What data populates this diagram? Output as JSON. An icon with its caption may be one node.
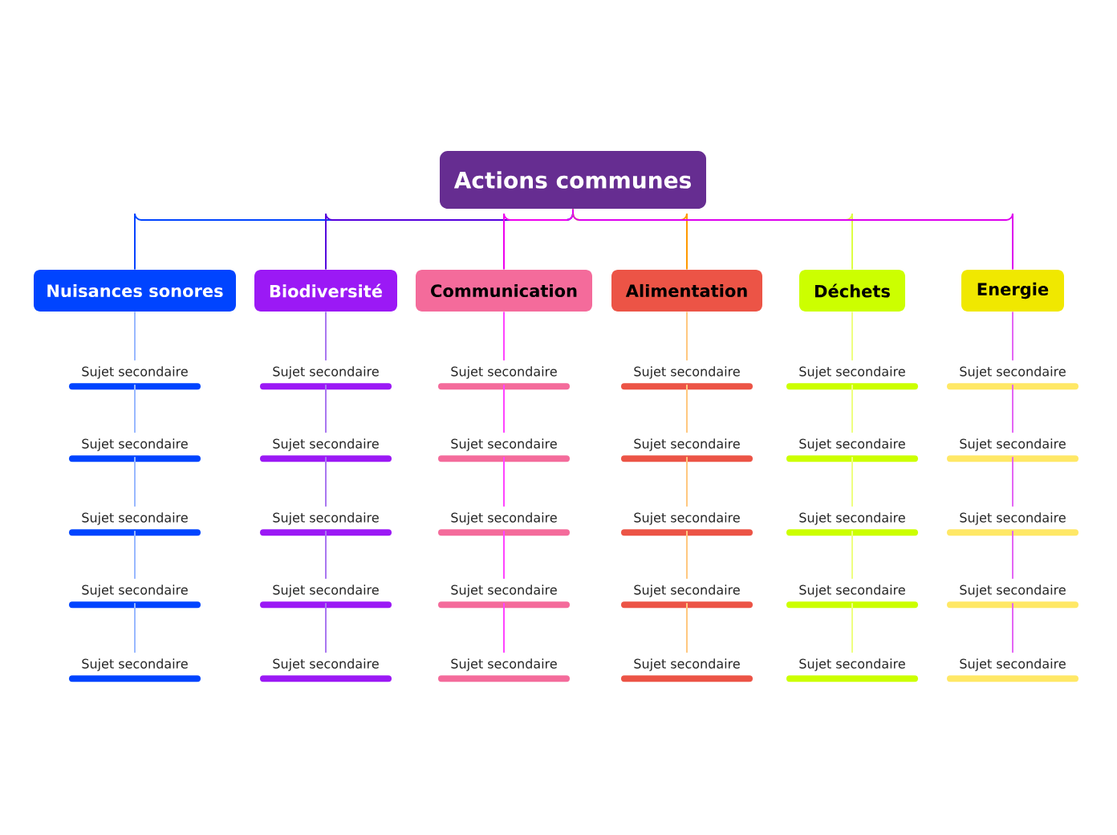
{
  "diagram": {
    "nodes": [
      {
        "text": [
          "Actions communes"
        ]
      },
      {
        "text": [
          "Nuisances sonores"
        ]
      },
      {
        "text": [
          "Biodiversité"
        ]
      },
      {
        "text": [
          "Communication"
        ]
      },
      {
        "text": [
          "Alimentation"
        ]
      },
      {
        "text": [
          "Déchets"
        ]
      },
      {
        "text": [
          "Energie"
        ]
      },
      {
        "text": [
          "Sujet secondaire"
        ]
      },
      {
        "text": [
          "Sujet secondaire"
        ]
      },
      {
        "text": [
          "Sujet secondaire"
        ]
      },
      {
        "text": [
          "Sujet secondaire"
        ]
      },
      {
        "text": [
          "Sujet secondaire"
        ]
      },
      {
        "text": [
          "Sujet secondaire"
        ]
      },
      {
        "text": [
          "Sujet secondaire"
        ]
      },
      {
        "text": [
          "Sujet secondaire"
        ]
      },
      {
        "text": [
          "Sujet secondaire"
        ]
      },
      {
        "text": [
          "Sujet secondaire"
        ]
      },
      {
        "text": [
          "Sujet secondaire"
        ]
      },
      {
        "text": [
          "Sujet secondaire"
        ]
      },
      {
        "text": [
          "Sujet secondaire"
        ]
      },
      {
        "text": [
          "Sujet secondaire"
        ]
      },
      {
        "text": [
          "Sujet secondaire"
        ]
      },
      {
        "text": [
          "Sujet secondaire"
        ]
      },
      {
        "text": [
          "Sujet secondaire"
        ]
      },
      {
        "text": [
          "Sujet secondaire"
        ]
      },
      {
        "text": [
          "Sujet secondaire"
        ]
      },
      {
        "text": [
          "Sujet secondaire"
        ]
      },
      {
        "text": [
          "Sujet secondaire"
        ]
      },
      {
        "text": [
          "Sujet secondaire"
        ]
      },
      {
        "text": [
          "Sujet secondaire"
        ]
      },
      {
        "text": [
          "Sujet secondaire"
        ]
      },
      {
        "text": [
          "Sujet secondaire"
        ]
      },
      {
        "text": [
          "Sujet secondaire"
        ]
      },
      {
        "text": [
          "Sujet secondaire"
        ]
      },
      {
        "text": [
          "Sujet secondaire"
        ]
      },
      {
        "text": [
          "Sujet secondaire"
        ]
      },
      {
        "text": [
          "Sujet secondaire"
        ]
      }
    ],
    "edges": [
      {
        "from": 0,
        "to": 1,
        "arrow": "none",
        "color": "#0044ff"
      },
      {
        "from": 0,
        "to": 2,
        "arrow": "none",
        "color": "#5500dd"
      },
      {
        "from": 0,
        "to": 3,
        "arrow": "none",
        "color": "#ee00ee"
      },
      {
        "from": 0,
        "to": 4,
        "arrow": "none",
        "color": "#ff9900"
      },
      {
        "from": 0,
        "to": 5,
        "arrow": "none",
        "color": "#ddff44"
      },
      {
        "from": 0,
        "to": 6,
        "arrow": "none",
        "color": "#dd00ee"
      },
      {
        "from": 1,
        "to": 7,
        "arrow": "none",
        "color": "#99b8ff"
      },
      {
        "from": 7,
        "to": 8,
        "arrow": "none",
        "color": "#99b8ff"
      },
      {
        "from": 8,
        "to": 9,
        "arrow": "none",
        "color": "#99b8ff"
      },
      {
        "from": 9,
        "to": 10,
        "arrow": "none",
        "color": "#99b8ff"
      },
      {
        "from": 10,
        "to": 11,
        "arrow": "none",
        "color": "#99b8ff"
      },
      {
        "from": 2,
        "to": 12,
        "arrow": "none",
        "color": "#a977f0"
      },
      {
        "from": 12,
        "to": 13,
        "arrow": "none",
        "color": "#a977f0"
      },
      {
        "from": 13,
        "to": 14,
        "arrow": "none",
        "color": "#a977f0"
      },
      {
        "from": 14,
        "to": 15,
        "arrow": "none",
        "color": "#a977f0"
      },
      {
        "from": 15,
        "to": 16,
        "arrow": "none",
        "color": "#a977f0"
      },
      {
        "from": 3,
        "to": 17,
        "arrow": "none",
        "color": "#ff44ff"
      },
      {
        "from": 17,
        "to": 18,
        "arrow": "none",
        "color": "#ff44ff"
      },
      {
        "from": 18,
        "to": 19,
        "arrow": "none",
        "color": "#ff44ff"
      },
      {
        "from": 19,
        "to": 20,
        "arrow": "none",
        "color": "#ff44ff"
      },
      {
        "from": 20,
        "to": 21,
        "arrow": "none",
        "color": "#ff44ff"
      },
      {
        "from": 4,
        "to": 22,
        "arrow": "none",
        "color": "#ffc880"
      },
      {
        "from": 22,
        "to": 23,
        "arrow": "none",
        "color": "#ffc880"
      },
      {
        "from": 23,
        "to": 24,
        "arrow": "none",
        "color": "#ffc880"
      },
      {
        "from": 24,
        "to": 25,
        "arrow": "none",
        "color": "#ffc880"
      },
      {
        "from": 25,
        "to": 26,
        "arrow": "none",
        "color": "#ffc880"
      },
      {
        "from": 5,
        "to": 27,
        "arrow": "none",
        "color": "#eeff80"
      },
      {
        "from": 27,
        "to": 28,
        "arrow": "none",
        "color": "#eeff80"
      },
      {
        "from": 28,
        "to": 29,
        "arrow": "none",
        "color": "#eeff80"
      },
      {
        "from": 29,
        "to": 30,
        "arrow": "none",
        "color": "#eeff80"
      },
      {
        "from": 30,
        "to": 31,
        "arrow": "none",
        "color": "#eeff80"
      },
      {
        "from": 6,
        "to": 32,
        "arrow": "none",
        "color": "#e466f5"
      },
      {
        "from": 32,
        "to": 33,
        "arrow": "none",
        "color": "#e466f5"
      },
      {
        "from": 33,
        "to": 34,
        "arrow": "none",
        "color": "#e466f5"
      },
      {
        "from": 34,
        "to": 35,
        "arrow": "none",
        "color": "#e466f5"
      },
      {
        "from": 35,
        "to": 36,
        "arrow": "none",
        "color": "#e466f5"
      }
    ]
  }
}
